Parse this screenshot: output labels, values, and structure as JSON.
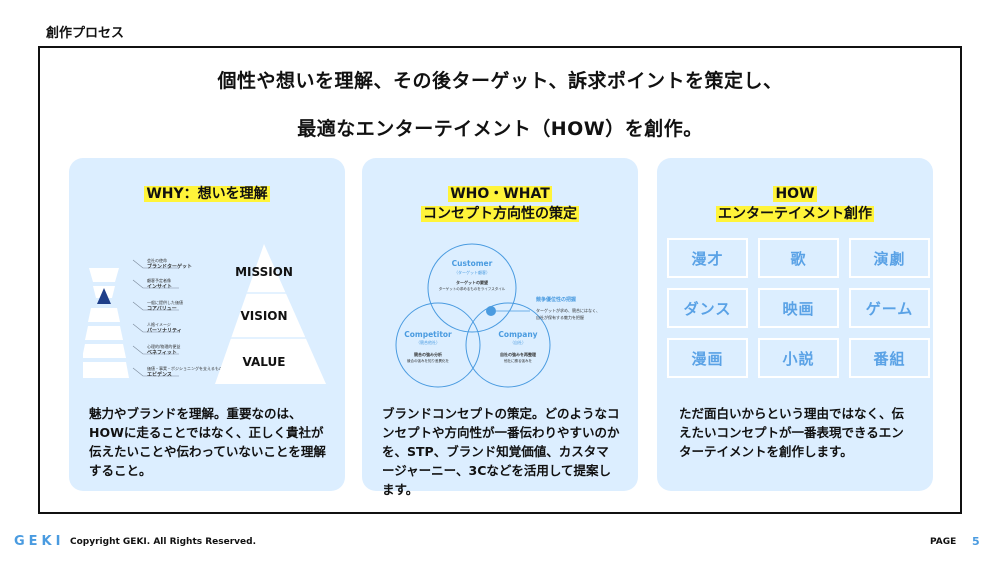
{
  "header": {
    "label": "創作プロセス"
  },
  "headline": {
    "line1": "個性や想いを理解、その後ターゲット、訴求ポイントを策定し、",
    "line2": "最適なエンターテイメント（HOW）を創作。"
  },
  "cards": {
    "why": {
      "title": "WHY：想いを理解",
      "pyramid": [
        "MISSION",
        "VISION",
        "VALUE"
      ],
      "stack_items": [
        {
          "small": "会社の使命",
          "main": "ブランドターゲット"
        },
        {
          "small": "顧客予定者像",
          "main": "インサイト"
        },
        {
          "small": "一般に提供した価値",
          "main": "コアバリュー"
        },
        {
          "small": "人格イメージ",
          "main": "パーソナリティ"
        },
        {
          "small": "心理的/物理的便益",
          "main": "ベネフィット"
        },
        {
          "small": "価値・事実・ポジショニングを支えるもの",
          "main": "エビデンス"
        }
      ],
      "description": "魅力やブランドを理解。重要なのは、HOWに走ることではなく、正しく貴社が伝えたいことや伝わっていないことを理解すること。"
    },
    "who": {
      "title_line1": "WHO・WHAT",
      "title_line2": "コンセプト方向性の策定",
      "venn": {
        "customer": "Customer",
        "customer_sub": "（ターゲット顧客）",
        "customer_note1": "ターゲットの要望",
        "customer_note2": "ターゲットの求めるものをライフスタイル",
        "competitor": "Competitor",
        "competitor_sub": "（競合他社）",
        "competitor_note1": "競合の強み分析",
        "competitor_note2": "競合の強みを知り差異化を",
        "company": "Company",
        "company_sub": "（自社）",
        "company_note1": "自社の強みを再整理",
        "company_note2": "他社に勝る強みを",
        "callout_title": "競争優位性の把握",
        "callout_text1": "ターゲットが求め、競合にはなく、",
        "callout_text2": "自社が保有する魅力を把握"
      },
      "description": "ブランドコンセプトの策定。どのようなコンセプトや方向性が一番伝わりやすいのかを、STP、ブランド知覚価値、カスタマージャーニー、3Cなどを活用して提案します。"
    },
    "how": {
      "title_line1": "HOW",
      "title_line2": "エンターテイメント創作",
      "grid": [
        "漫才",
        "歌",
        "演劇",
        "ダンス",
        "映画",
        "ゲーム",
        "漫画",
        "小説",
        "番組"
      ],
      "description": "ただ面白いからという理由ではなく、伝えたいコンセプトが一番表現できるエンターテイメントを創作します。"
    }
  },
  "footer": {
    "logo": "GEKI",
    "copyright": "Copyright GEKI. All Rights Reserved.",
    "page_label": "PAGE",
    "page_number": "5"
  },
  "colors": {
    "card_bg": "#dceeff",
    "highlight": "#fff43a",
    "accent": "#4a9be0",
    "navy": "#1f3f8a"
  }
}
